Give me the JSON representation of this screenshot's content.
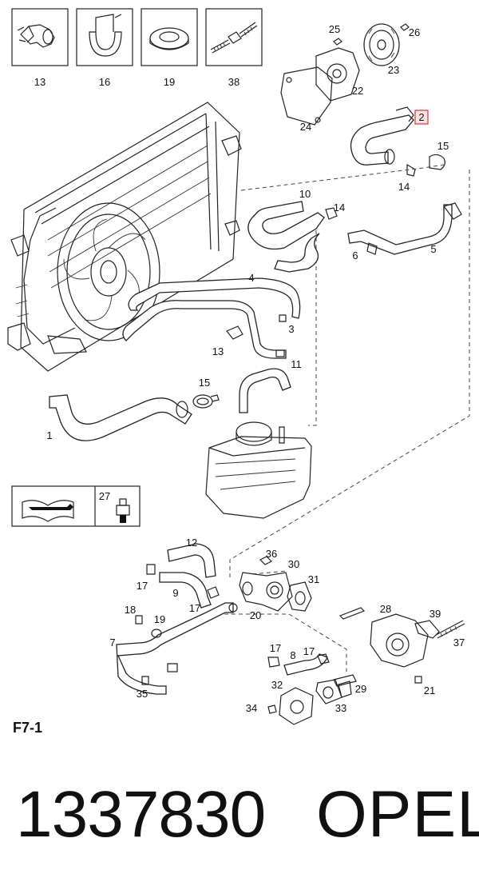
{
  "section_code": "F7-1",
  "part_number": "1337830",
  "brand": "OPEL",
  "legend_boxes": [
    {
      "number": "13",
      "icon": "clip-icon"
    },
    {
      "number": "16",
      "icon": "bracket-icon"
    },
    {
      "number": "19",
      "icon": "ring-washer-icon"
    },
    {
      "number": "38",
      "icon": "stud-bolt-icon"
    }
  ],
  "tool_box": {
    "number": "27",
    "icon_left": "manual-wrench-icon",
    "icon_right": "sensor-icon"
  },
  "highlighted_callout": "2",
  "callouts": {
    "c25": "25",
    "c26": "26",
    "c22": "22",
    "c23": "23",
    "c24": "24",
    "c2": "2",
    "c15a": "15",
    "c14a": "14",
    "c10": "10",
    "c14b": "14",
    "c6": "6",
    "c5": "5",
    "c4": "4",
    "c3": "3",
    "c13": "13",
    "c11": "11",
    "c15b": "15",
    "c1": "1",
    "c12": "12",
    "c36": "36",
    "c30": "30",
    "c31": "31",
    "c17a": "17",
    "c9": "9",
    "c17b": "17",
    "c18": "18",
    "c19": "19",
    "c20": "20",
    "c7": "7",
    "c35": "35",
    "c28": "28",
    "c39": "39",
    "c37": "37",
    "c17c": "17",
    "c8": "8",
    "c17d": "17",
    "c29": "29",
    "c21": "21",
    "c32": "32",
    "c34": "34",
    "c33": "33"
  }
}
